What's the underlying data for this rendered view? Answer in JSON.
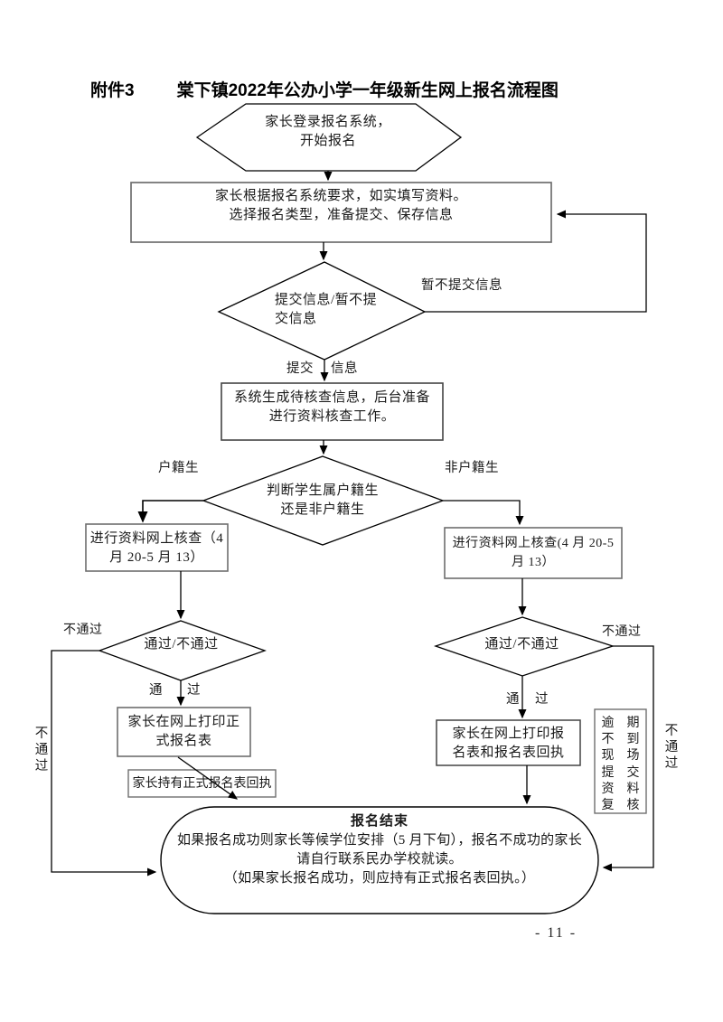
{
  "header": {
    "attachment": "附件3",
    "title": "棠下镇2022年公办小学一年级新生网上报名流程图"
  },
  "nodes": {
    "start": {
      "l1": "家长登录报名系统，",
      "l2": "开始报名"
    },
    "fill": {
      "l1": "家长根据报名系统要求，如实填写资料。",
      "l2": "选择报名类型，准备提交、保存信息"
    },
    "submit_decision": {
      "l1": "提交信息/暂不提",
      "l2": "交信息"
    },
    "generate": {
      "l1": "系统生成待核查信息，后台准备",
      "l2": "进行资料核查工作。"
    },
    "residence_decision": {
      "l1": "判断学生属户籍生",
      "l2": "还是非户籍生"
    },
    "left_check": {
      "l1": "进行资料网上核查（4",
      "l2": "月 20-5 月 13）"
    },
    "right_check": {
      "l1": "进行资料网上核查(4 月 20-5",
      "l2": "月 13）"
    },
    "left_pass_decision": "通过/不通过",
    "right_pass_decision": "通过/不通过",
    "left_print": {
      "l1": "家长在网上打印正",
      "l2": "式报名表"
    },
    "receipt_note": "家长持有正式报名表回执",
    "right_print": {
      "l1": "家长在网上打印报",
      "l2": "名表和报名表回执"
    },
    "overdue": {
      "l1": "逾　期",
      "l2": "不　到",
      "l3": "现　场",
      "l4": "提　交",
      "l5": "资　料",
      "l6": "复　核"
    },
    "end": {
      "title": "报名结束",
      "l1": "如果报名成功则家长等候学位安排（5 月下旬），报名不成功的家长",
      "l2": "请自行联系民办学校就读。",
      "l3": "（如果家长报名成功，则应持有正式报名表回执。）"
    }
  },
  "edge_labels": {
    "not_submit": "暂不提交信息",
    "submit_l": "提交",
    "submit_r": "信息",
    "household": "户籍生",
    "non_household": "非户籍生",
    "left_fail": "不通过",
    "right_fail": "不通过",
    "left_fail_vertical": "不通过",
    "right_fail_vertical": "不通过",
    "left_pass_l": "通",
    "left_pass_r": "过",
    "right_pass_l": "通",
    "right_pass_r": "过"
  },
  "footer": {
    "page_number": "- 11 -"
  }
}
